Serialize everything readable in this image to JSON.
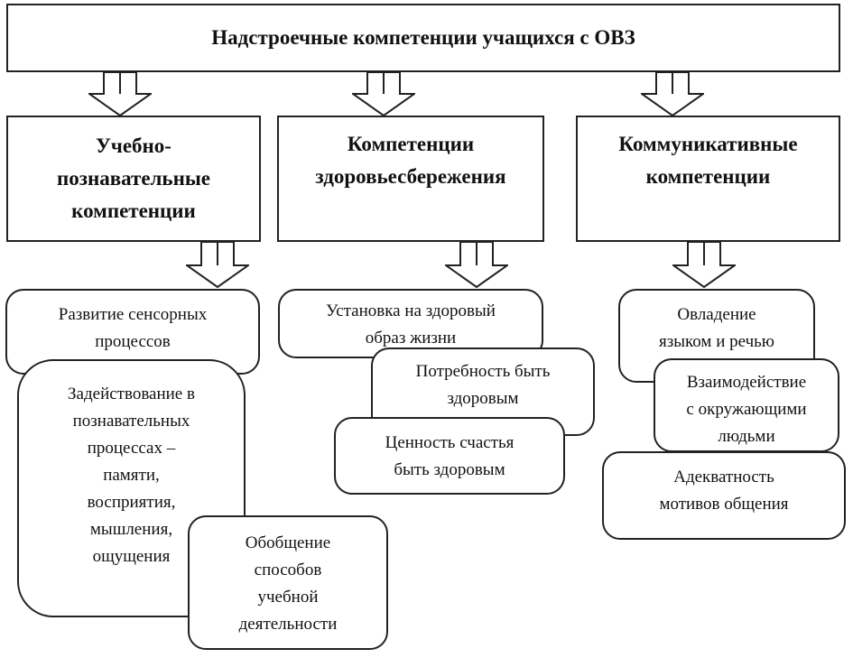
{
  "title": "Надстроечные компетенции учащихся с ОВЗ",
  "categories": [
    {
      "label": "Учебно-\nпознавательные\nкомпетенции",
      "items": [
        "Развитие сенсорных\nпроцессов",
        "Задействование в\nпознавательных\nпроцессах –\nпамяти,\nвосприятия,\nмышления,\nощущения",
        "Обобщение\nспособов\nучебной\nдеятельности"
      ]
    },
    {
      "label": "Компетенции\nздоровьесбережения",
      "items": [
        "Установка на здоровый\nобраз жизни",
        "Потребность быть\nздоровым",
        "Ценность счастья\nбыть здоровым"
      ]
    },
    {
      "label": "Коммуникативные\nкомпетенции",
      "items": [
        "Овладение\nязыком и речью",
        "Взаимодействие\nс окружающими\nлюдьми",
        "Адекватность\nмотивов общения"
      ]
    }
  ]
}
